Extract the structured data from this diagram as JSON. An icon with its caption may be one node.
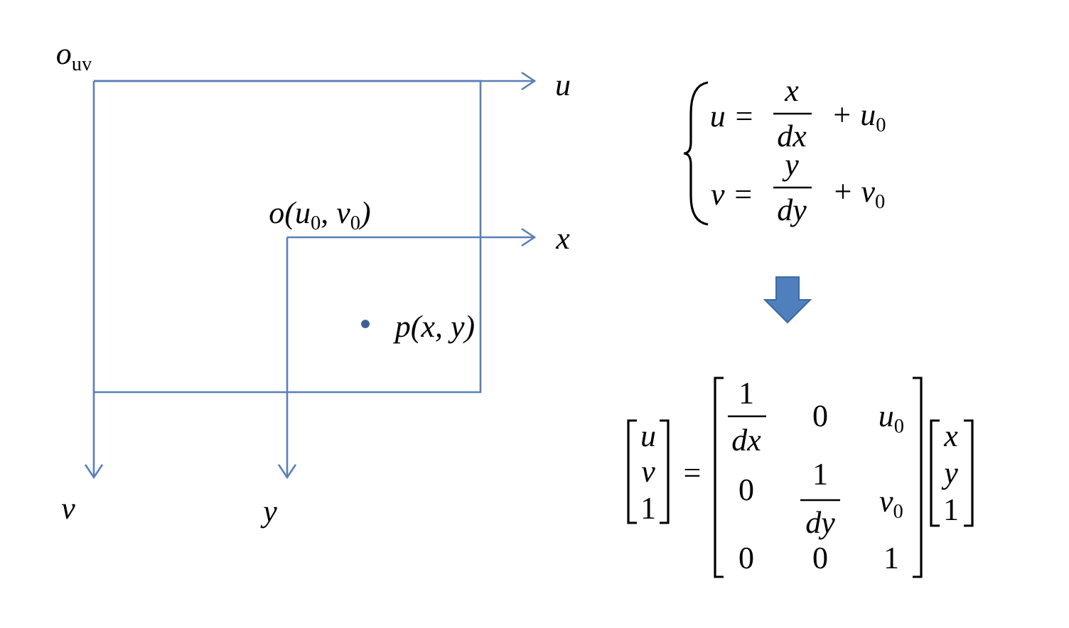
{
  "diagram": {
    "labels": [
      "o$_{uv}$",
      "u",
      "o(u$_{0}$, v$_{0}$)",
      "x",
      "p(x, y)",
      "v",
      "y",
      "u =",
      "x",
      "dx",
      "+ u$_{0}$",
      "v =",
      "y",
      "dy",
      "+ v$_{0}$",
      "u",
      "v",
      "1",
      "=",
      "1",
      "dx",
      "0",
      "u$_{0}$",
      "0",
      "1",
      "dy",
      "v$_{0}$",
      "0",
      "0",
      "1",
      "x",
      "y",
      "1"
    ]
  }
}
